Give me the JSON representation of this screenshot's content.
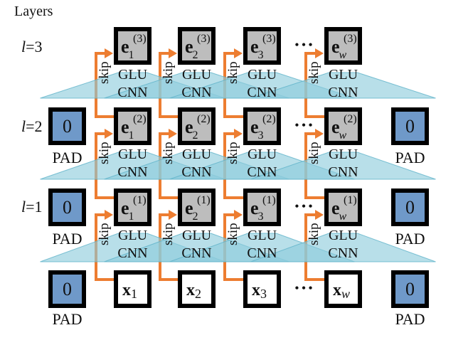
{
  "title": "Layers",
  "layer_labels": [
    {
      "var": "l",
      "eq": "=3"
    },
    {
      "var": "l",
      "eq": "=2"
    },
    {
      "var": "l",
      "eq": "=1"
    }
  ],
  "columns": [
    {
      "sub": "1",
      "italic_sub": false
    },
    {
      "sub": "2",
      "italic_sub": false
    },
    {
      "sub": "3",
      "italic_sub": false
    },
    {
      "sub": "w",
      "italic_sub": true
    }
  ],
  "layers": [
    {
      "index": "3",
      "has_pad": false
    },
    {
      "index": "2",
      "has_pad": true
    },
    {
      "index": "1",
      "has_pad": true
    }
  ],
  "embedding_symbol": "e",
  "input_symbol": "x",
  "ellipsis": "• • •",
  "pad": {
    "value": "0",
    "label": "PAD"
  },
  "block_labels": {
    "glu": "GLU",
    "cnn": "CNN",
    "skip": "skip"
  },
  "colors": {
    "pad_fill": "#6f99c9",
    "embedding_fill": "#bdbdbd",
    "input_fill": "#ffffff",
    "box_border": "#000000",
    "skip_arrow": "#ed7d31",
    "conv_triangle": "#8ccbdc",
    "conv_triangle_edge": "#5fb3c9"
  }
}
